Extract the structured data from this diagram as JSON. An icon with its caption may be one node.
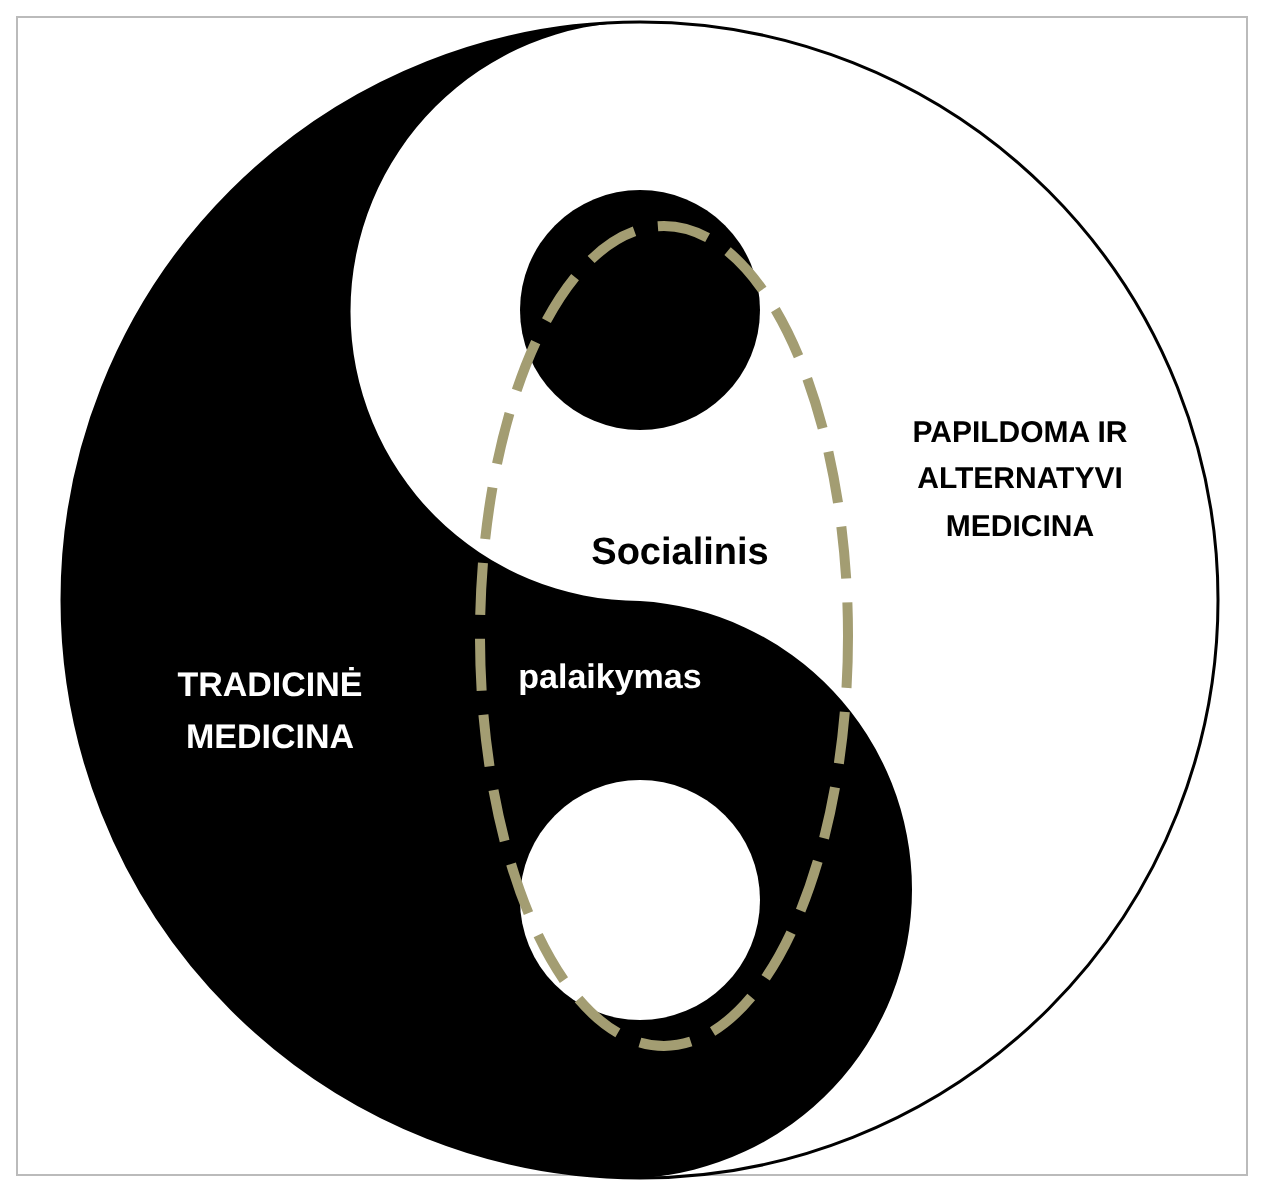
{
  "diagram": {
    "nodes": [
      {
        "text": [
          "Socialinis",
          "palaikymas"
        ]
      }
    ],
    "labels": [
      "PAPILDOMA IR ALTERNATYVI MEDICINA",
      "TRADICINĖ MEDICINA"
    ]
  }
}
